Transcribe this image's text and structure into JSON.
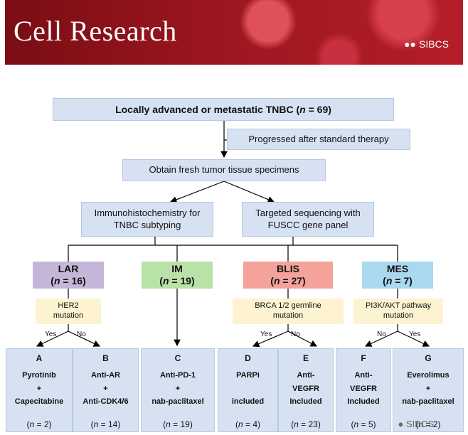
{
  "banner": {
    "title": "Cell Research",
    "logo_text": "SIBCS"
  },
  "top": {
    "pre": "Locally advanced or metastatic TNBC (",
    "n": "n",
    "post": " = 69)"
  },
  "progressed": "Progressed after standard therapy",
  "obtain": "Obtain fresh tumor tissue specimens",
  "ihc": {
    "line1": "Immunohistochemistry for",
    "line2": "TNBC subtyping"
  },
  "seq": {
    "line1": "Targeted sequencing with",
    "line2": "FUSCC gene panel"
  },
  "subtypes": [
    {
      "name": "LAR",
      "count": " = 16)",
      "color": "#c4b6d9"
    },
    {
      "name": "IM",
      "count": " = 19)",
      "color": "#b9e3a6"
    },
    {
      "name": "BLIS",
      "count": " = 27)",
      "color": "#f4a39a"
    },
    {
      "name": "MES",
      "count": " = 7)",
      "color": "#a9d8ef"
    }
  ],
  "genes": [
    {
      "line1": "HER2",
      "line2": "mutation"
    },
    {
      "line1": "BRCA 1/2 germline",
      "line2": "mutation"
    },
    {
      "line1": "PI3K/AKT pathway",
      "line2": "mutation"
    }
  ],
  "yesno": {
    "yes": "Yes",
    "no": "No"
  },
  "arms": [
    {
      "letter": "A",
      "l1": "Pyrotinib",
      "l2": "+",
      "l3": "Capecitabine",
      "n": " = 2)"
    },
    {
      "letter": "B",
      "l1": "Anti-AR",
      "l2": "+",
      "l3": "Anti-CDK4/6",
      "n": " = 14)"
    },
    {
      "letter": "C",
      "l1": "Anti-PD-1",
      "l2": "+",
      "l3": "nab-paclitaxel",
      "n": " = 19)"
    },
    {
      "letter": "D",
      "l1": "PARPi",
      "l2": "",
      "l3": "included",
      "n": " = 4)"
    },
    {
      "letter": "E",
      "l1": "Anti-",
      "l2": "VEGFR",
      "l3": "Included",
      "n": " = 23)"
    },
    {
      "letter": "F",
      "l1": "Anti-",
      "l2": "VEGFR",
      "l3": "Included",
      "n": " = 5)"
    },
    {
      "letter": "G",
      "l1": "Everolimus",
      "l2": "+",
      "l3": "nab-paclitaxel",
      "n": " = 2)"
    }
  ],
  "n_open": "(",
  "n_italic": "n",
  "watermark": "SIBCS"
}
